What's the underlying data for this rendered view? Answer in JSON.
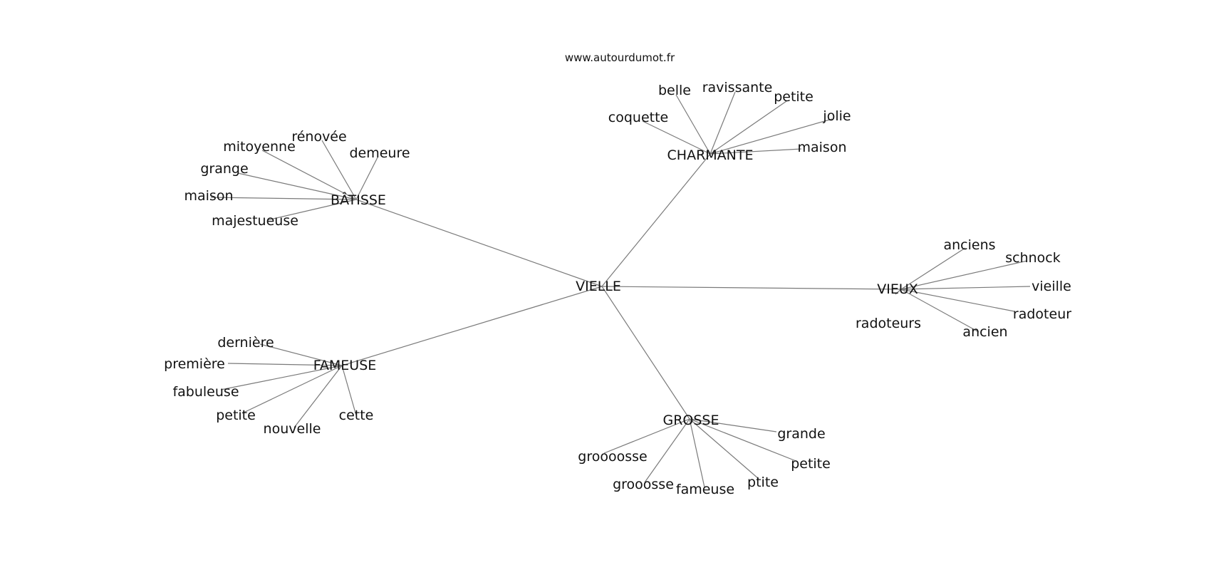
{
  "source": "www.autourdumot.fr",
  "graph": {
    "center": "VIELLE",
    "clusters": [
      {
        "hub": "BÂTISSE",
        "words": [
          "mitoyenne",
          "rénovée",
          "demeure",
          "grange",
          "maison",
          "majestueuse"
        ]
      },
      {
        "hub": "CHARMANTE",
        "words": [
          "belle",
          "ravissante",
          "petite",
          "coquette",
          "jolie",
          "maison"
        ]
      },
      {
        "hub": "VIEUX",
        "words": [
          "anciens",
          "schnock",
          "vieille",
          "radoteur",
          "ancien",
          "radoteurs"
        ]
      },
      {
        "hub": "FAMEUSE",
        "words": [
          "dernière",
          "première",
          "fabuleuse",
          "petite",
          "nouvelle",
          "cette"
        ]
      },
      {
        "hub": "GROSSE",
        "words": [
          "grande",
          "petite",
          "ptite",
          "fameuse",
          "grooosse",
          "groooosse"
        ]
      }
    ]
  }
}
